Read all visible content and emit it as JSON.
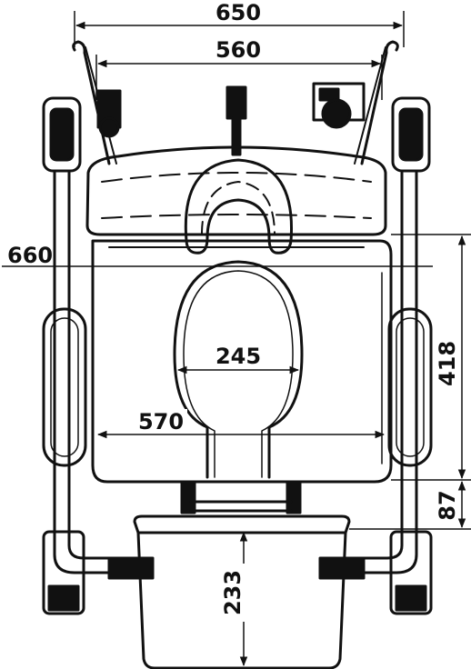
{
  "dimensions": {
    "top_width_outer": "650",
    "top_width_inner": "560",
    "overall_width": "660",
    "seat_opening_width": "245",
    "seat_width": "570",
    "seat_depth": "418",
    "seat_to_bucket_gap": "87",
    "bucket_height": "233"
  },
  "colors": {
    "line": "#111111",
    "background": "#ffffff"
  }
}
